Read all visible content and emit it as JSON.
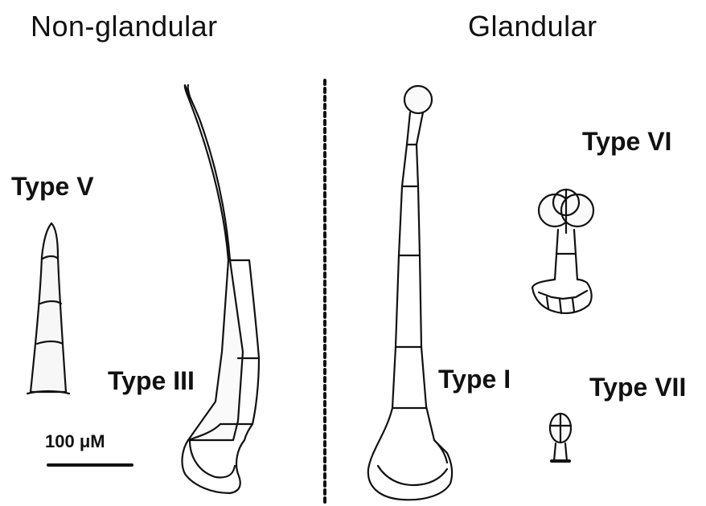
{
  "headings": {
    "non_glandular": "Non-glandular",
    "glandular": "Glandular"
  },
  "trichomes": {
    "type_v": "Type V",
    "type_iii": "Type III",
    "type_i": "Type I",
    "type_vi": "Type VI",
    "type_vii": "Type VII"
  },
  "scale_bar": {
    "label": "100 μM"
  },
  "colors": {
    "ink": "#111111",
    "background": "#ffffff"
  }
}
